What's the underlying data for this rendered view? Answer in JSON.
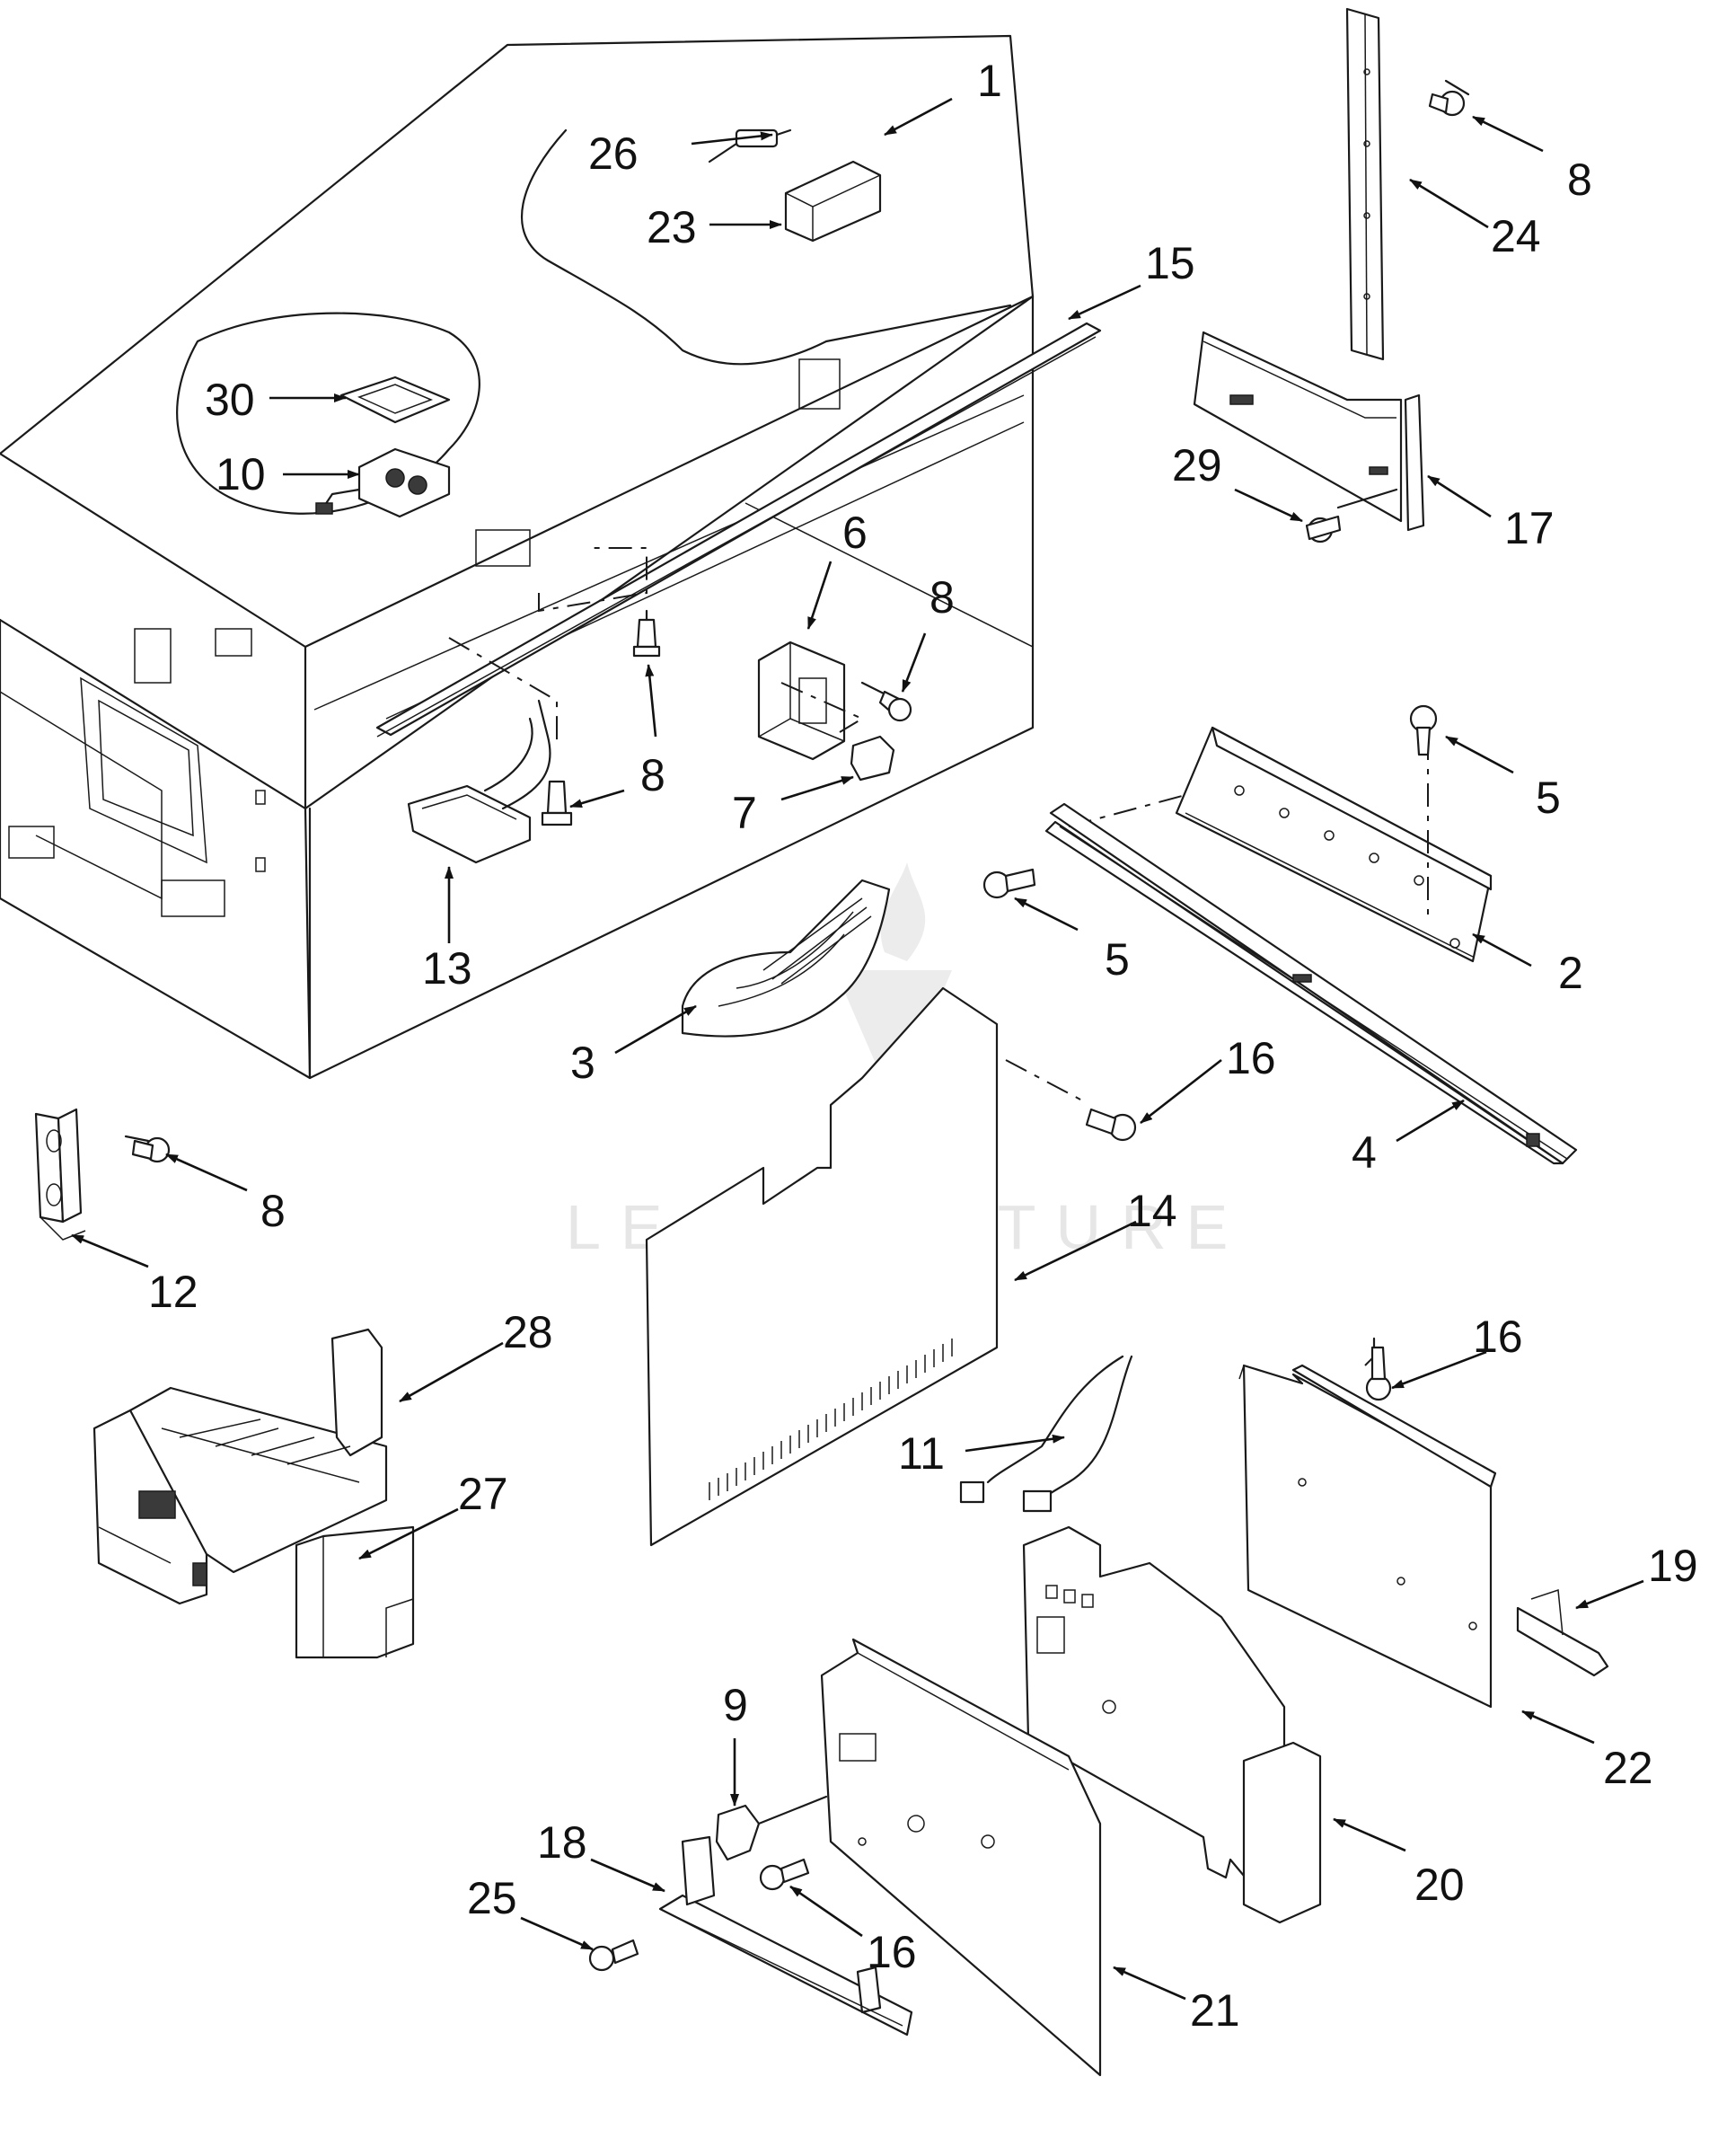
{
  "watermark": "LEADVENTURE",
  "callouts": [
    {
      "id": "c1",
      "label": "1"
    },
    {
      "id": "c2",
      "label": "2"
    },
    {
      "id": "c3",
      "label": "3"
    },
    {
      "id": "c4",
      "label": "4"
    },
    {
      "id": "c5a",
      "label": "5"
    },
    {
      "id": "c5b",
      "label": "5"
    },
    {
      "id": "c6",
      "label": "6"
    },
    {
      "id": "c7",
      "label": "7"
    },
    {
      "id": "c8a",
      "label": "8"
    },
    {
      "id": "c8b",
      "label": "8"
    },
    {
      "id": "c8c",
      "label": "8"
    },
    {
      "id": "c8d",
      "label": "8"
    },
    {
      "id": "c9",
      "label": "9"
    },
    {
      "id": "c10",
      "label": "10"
    },
    {
      "id": "c11",
      "label": "11"
    },
    {
      "id": "c12",
      "label": "12"
    },
    {
      "id": "c13",
      "label": "13"
    },
    {
      "id": "c14",
      "label": "14"
    },
    {
      "id": "c15",
      "label": "15"
    },
    {
      "id": "c16a",
      "label": "16"
    },
    {
      "id": "c16b",
      "label": "16"
    },
    {
      "id": "c16c",
      "label": "16"
    },
    {
      "id": "c17",
      "label": "17"
    },
    {
      "id": "c18",
      "label": "18"
    },
    {
      "id": "c19",
      "label": "19"
    },
    {
      "id": "c20",
      "label": "20"
    },
    {
      "id": "c21",
      "label": "21"
    },
    {
      "id": "c22",
      "label": "22"
    },
    {
      "id": "c23",
      "label": "23"
    },
    {
      "id": "c24",
      "label": "24"
    },
    {
      "id": "c25",
      "label": "25"
    },
    {
      "id": "c26",
      "label": "26"
    },
    {
      "id": "c27",
      "label": "27"
    },
    {
      "id": "c28",
      "label": "28"
    },
    {
      "id": "c29",
      "label": "29"
    },
    {
      "id": "c30",
      "label": "30"
    }
  ]
}
